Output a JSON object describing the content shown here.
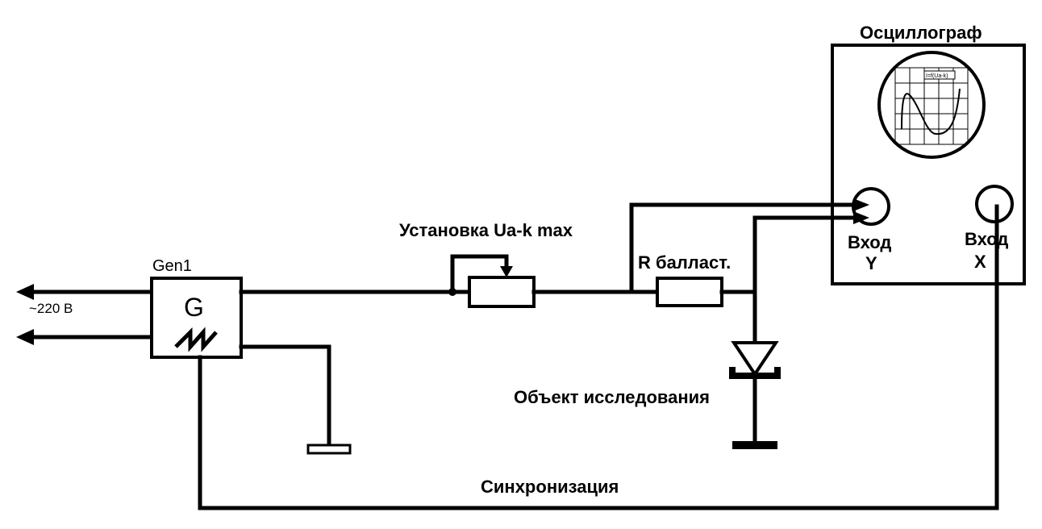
{
  "labels": {
    "oscilloscope_title": "Осциллограф",
    "input_y_line1": "Вход",
    "input_y_line2": "Y",
    "input_x_line1": "Вход",
    "input_x_line2": "X",
    "potentiometer": "Установка Ua-k max",
    "resistor": "R балласт.",
    "generator_name": "Gen1",
    "generator_symbol": "G",
    "mains": "~220 В",
    "diode_object": "Объект исследования",
    "sync": "Синхронизация",
    "screen_caption": "I=f(Ua-k)"
  },
  "colors": {
    "line": "#000000",
    "background": "#ffffff"
  }
}
